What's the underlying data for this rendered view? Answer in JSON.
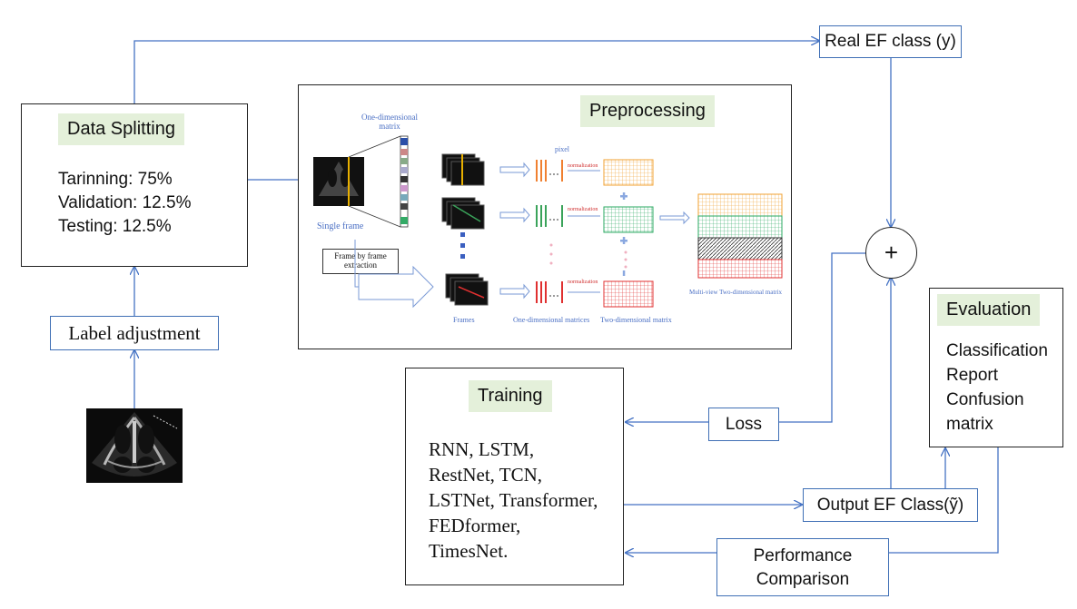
{
  "data_splitting": {
    "title": "Data Splitting",
    "lines": [
      "Tarinning: 75%",
      "Validation: 12.5%",
      "Testing: 12.5%"
    ]
  },
  "label_adjustment": "Label adjustment",
  "real_ef_class": "Real EF class (y)",
  "preprocessing": {
    "title": "Preprocessing",
    "one_dim_matrix": "One-dimensional matrix",
    "single_frame": "Single frame",
    "frame_by_frame": "Frame by frame extraction",
    "pixel": "pixel",
    "normalization": "normalization",
    "frames": "Frames",
    "one_dim_matrices": "One-dimensional matrices",
    "two_dim_matrix": "Two-dimensional matrix",
    "multi_view": "Multi-view Two-dimensional matrix"
  },
  "training": {
    "title": "Training",
    "lines": [
      "RNN, LSTM,",
      "RestNet, TCN,",
      "LSTNet, Transformer,",
      "FEDformer,",
      "TimesNet."
    ]
  },
  "loss": "Loss",
  "output_ef": "Output EF Class(ỹ)",
  "performance": [
    "Performance",
    "Comparison"
  ],
  "evaluation": {
    "title": "Evaluation",
    "lines": [
      "Classification",
      "Report",
      "Confusion",
      "matrix"
    ]
  },
  "sum_symbol": "+",
  "colors": {
    "arrow": "#4472c4",
    "border": "#222222",
    "green_label": "#e4f0da"
  }
}
